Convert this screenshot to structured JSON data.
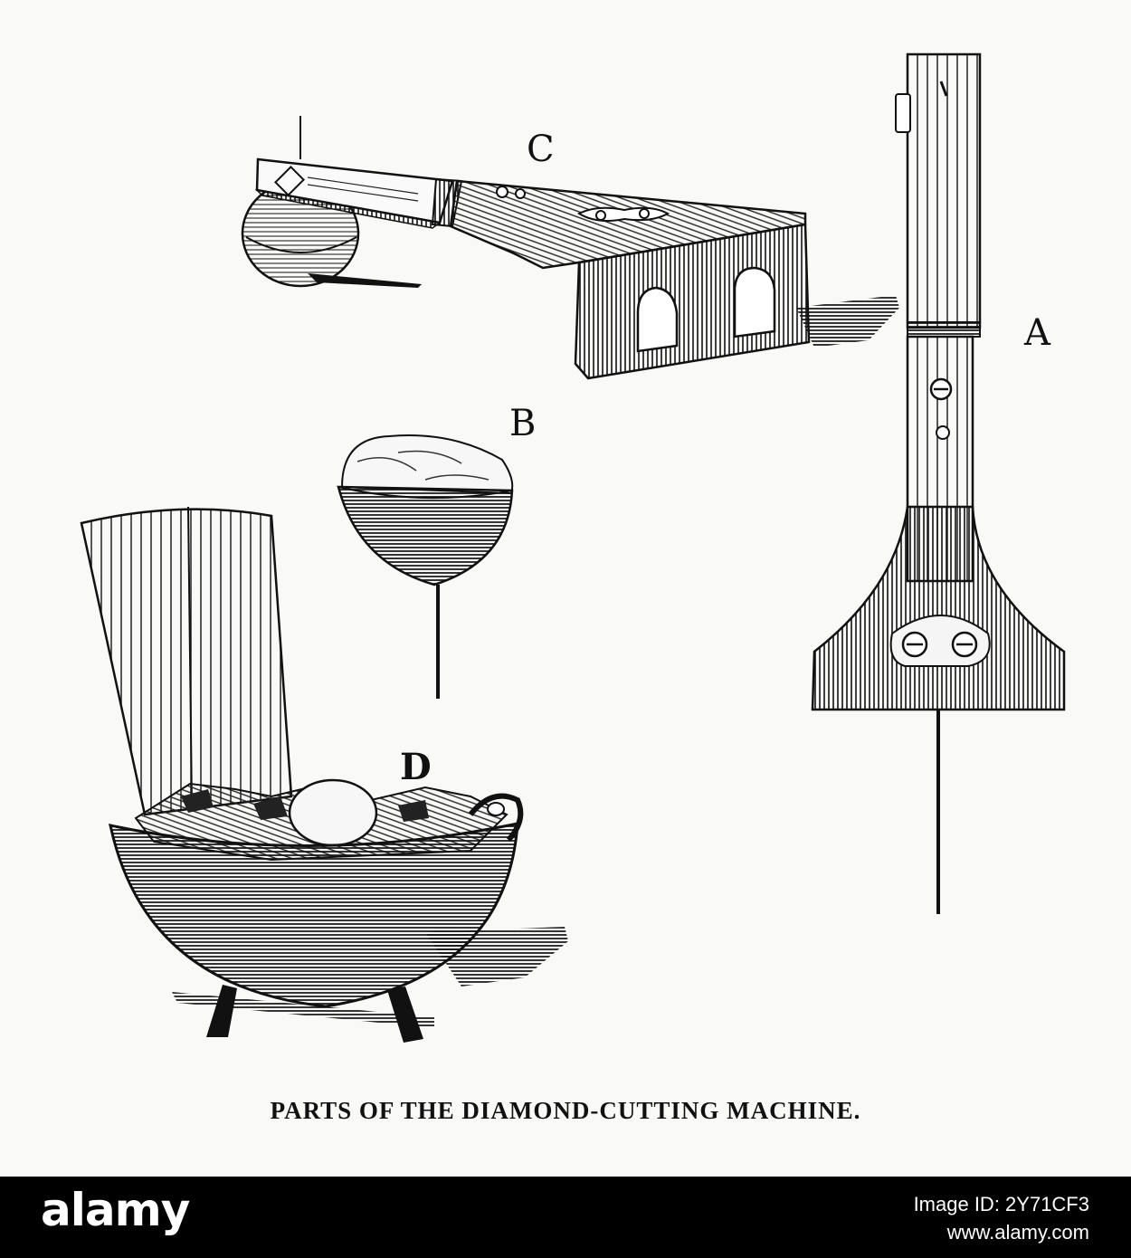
{
  "figure": {
    "labels": {
      "a": "A",
      "b": "B",
      "c": "C",
      "d": "D"
    },
    "caption": "PARTS OF THE DIAMOND-CUTTING MACHINE."
  },
  "watermark": {
    "brand": "alamy",
    "image_id": "Image ID: 2Y71CF3",
    "site": "www.alamy.com"
  },
  "colors": {
    "ink": "#111111",
    "paper": "#f9f9f7",
    "footer_bg": "#000000",
    "footer_text": "#ffffff"
  }
}
